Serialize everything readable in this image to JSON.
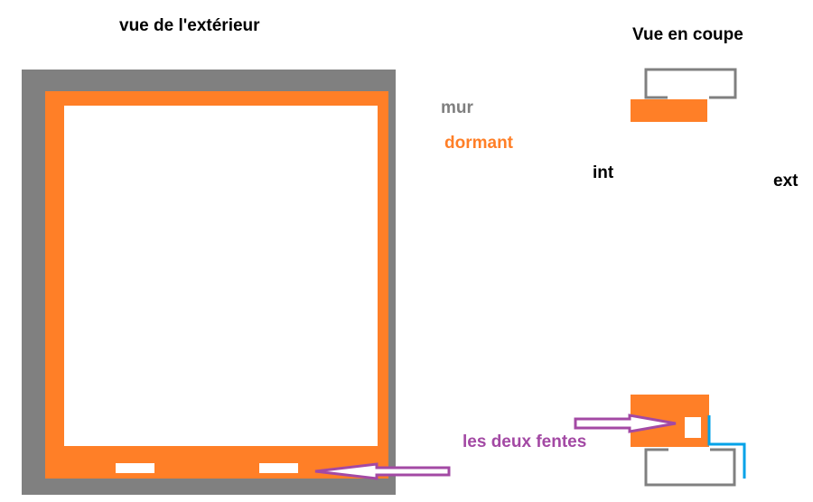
{
  "left_view": {
    "title": "vue de l'extérieur"
  },
  "section_view": {
    "title": "Vue en coupe",
    "int_label": "int",
    "ext_label": "ext"
  },
  "legend": {
    "wall_label": "mur",
    "frame_label": "dormant",
    "slots_label": "les deux fentes"
  },
  "colors": {
    "wall": "#808080",
    "frame": "#ff7f27",
    "arrow": "#a349a4",
    "seal": "#00a2e8",
    "background": "#ffffff"
  }
}
